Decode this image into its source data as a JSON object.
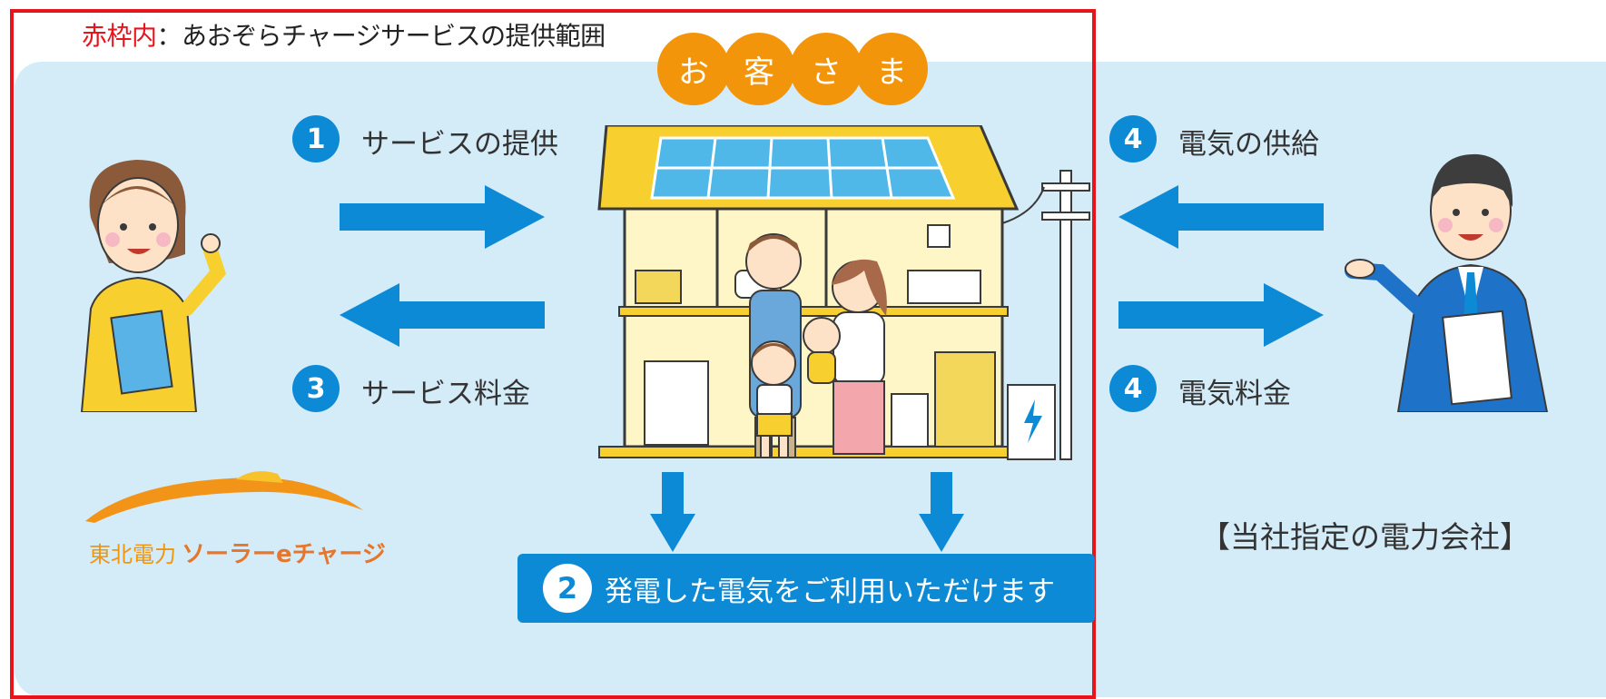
{
  "legend": {
    "red_part": "赤枠内",
    "rest": "：あおぞらチャージサービスの提供範囲"
  },
  "customer_chars": [
    "お",
    "客",
    "さ",
    "ま"
  ],
  "steps": {
    "s1": {
      "num": "1",
      "label": "サービスの提供"
    },
    "s2": {
      "num": "2",
      "label": "発電した電気をご利用いただけます"
    },
    "s3": {
      "num": "3",
      "label": "サービス料金"
    },
    "s4a": {
      "num": "4",
      "label": "電気の供給"
    },
    "s4b": {
      "num": "4",
      "label": "電気料金"
    }
  },
  "logo": {
    "brand": "東北電力",
    "product": "ソーラーeチャージ"
  },
  "company": "【当社指定の電力会社】",
  "colors": {
    "panel": "#d4ebf8",
    "frame": "#e8141c",
    "accent_blue": "#0d8ad6",
    "orange": "#f2950a"
  }
}
